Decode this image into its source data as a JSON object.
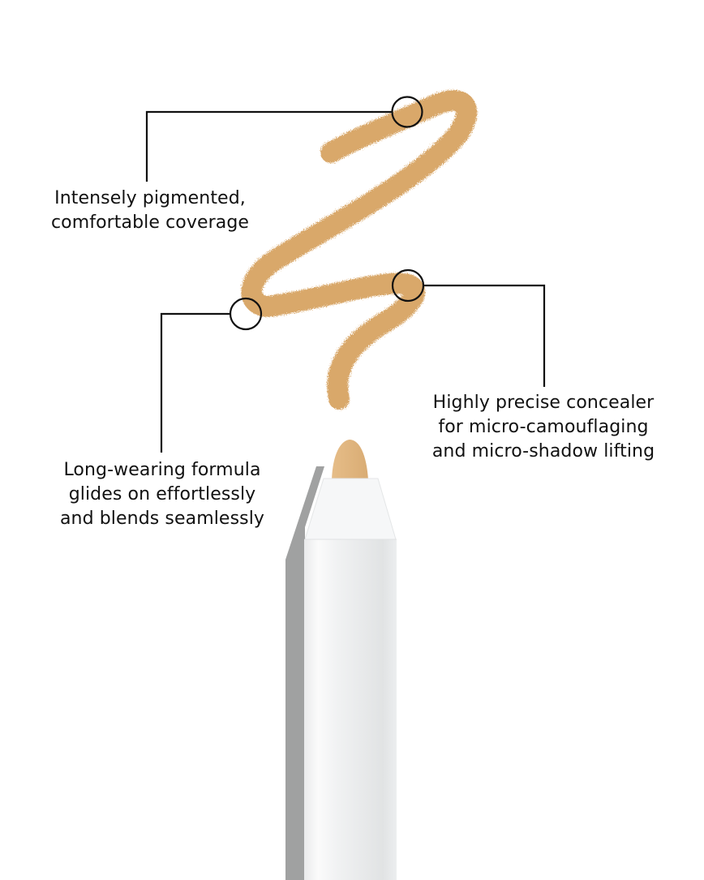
{
  "product": {
    "type": "concealer pencil",
    "swatch_color": "#d9a86a",
    "tip_color": "#e3bb87",
    "barrel_color": "#f2f3f4",
    "line_color": "#111111"
  },
  "callouts": [
    {
      "id": "pigment",
      "lines": [
        "Intensely pigmented,",
        "comfortable coverage"
      ]
    },
    {
      "id": "long-wear",
      "lines": [
        "Long-wearing formula",
        "glides on effortlessly",
        "and blends seamlessly"
      ]
    },
    {
      "id": "precision",
      "lines": [
        "Highly precise concealer",
        "for micro-camouflaging",
        "and micro-shadow lifting"
      ]
    }
  ]
}
